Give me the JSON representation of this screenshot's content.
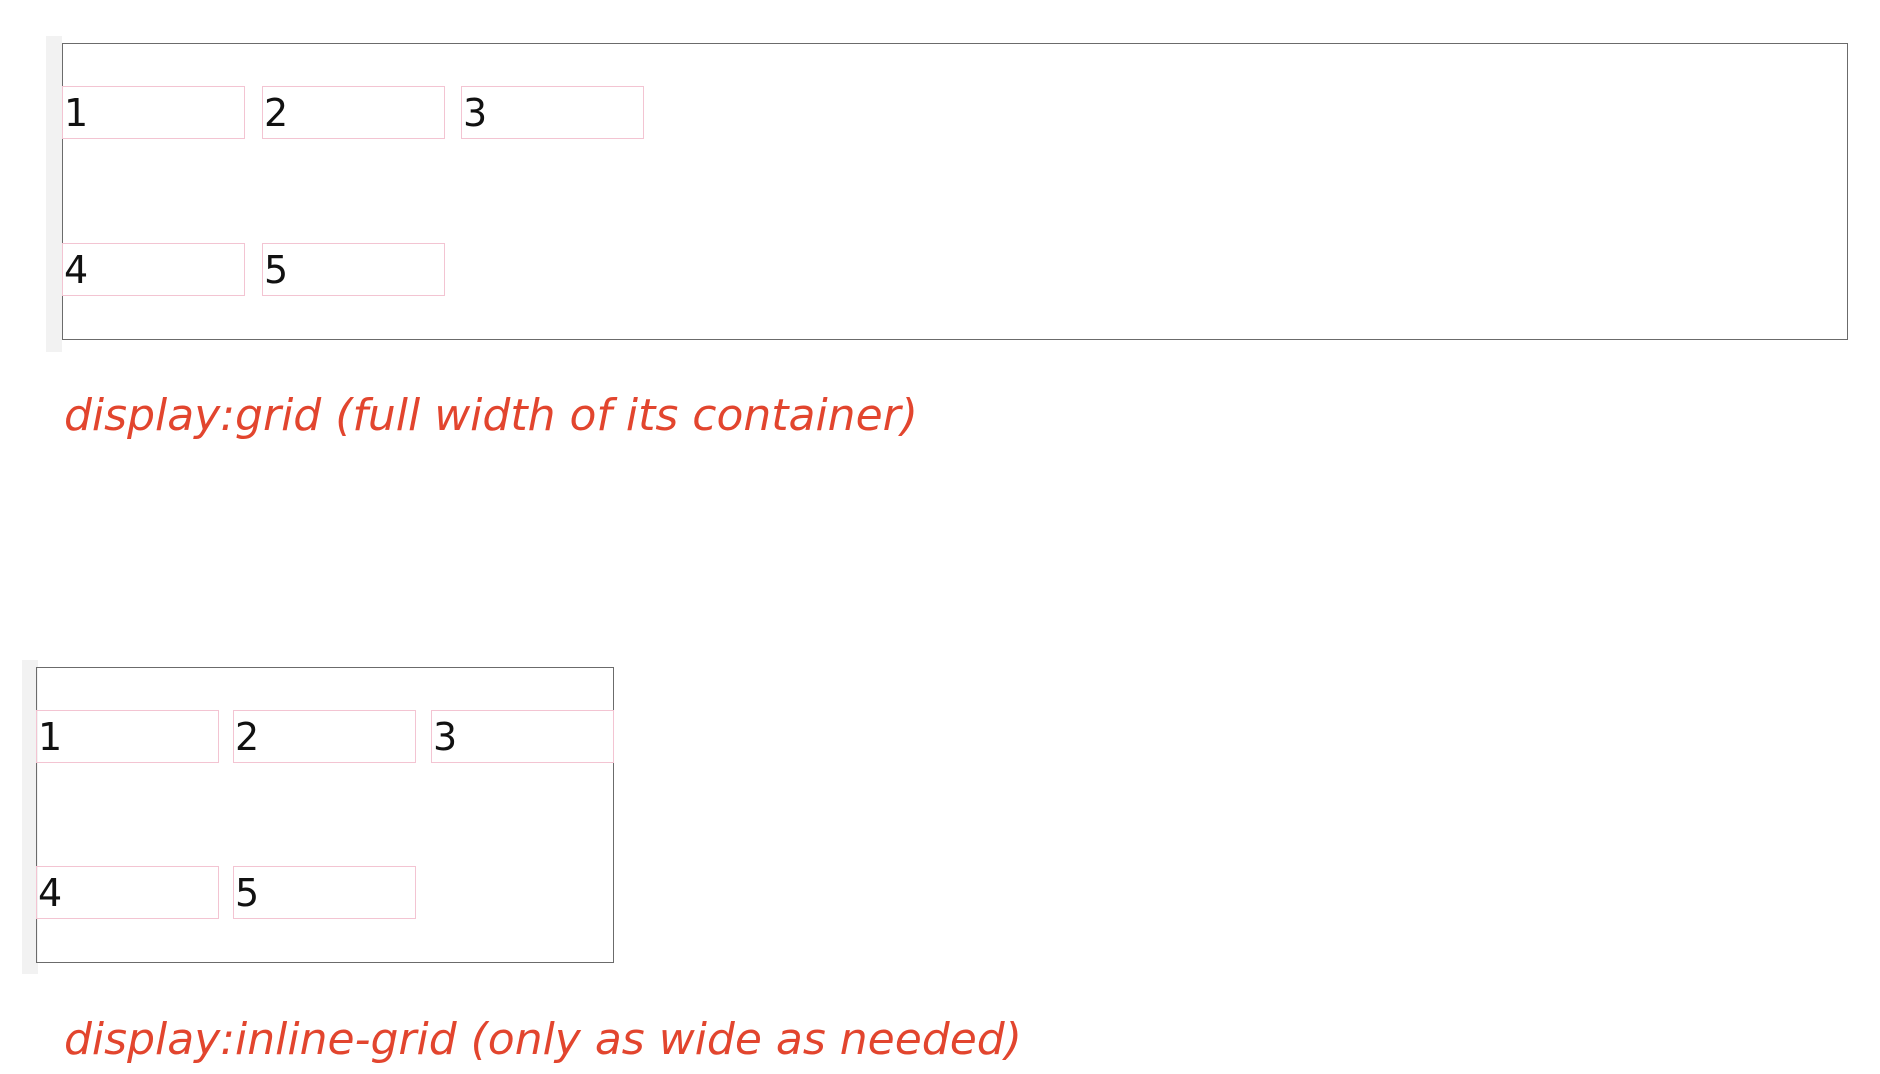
{
  "grid_example": {
    "cells": [
      "1",
      "2",
      "3",
      "4",
      "5"
    ],
    "caption": "display:grid (full width of its container)"
  },
  "inline_grid_example": {
    "cells": [
      "1",
      "2",
      "3",
      "4",
      "5"
    ],
    "caption": "display:inline-grid (only as wide as needed)"
  },
  "colors": {
    "caption": "#e2452e",
    "cell_border": "#f3c4d2",
    "container_border": "#6b6b6b"
  }
}
